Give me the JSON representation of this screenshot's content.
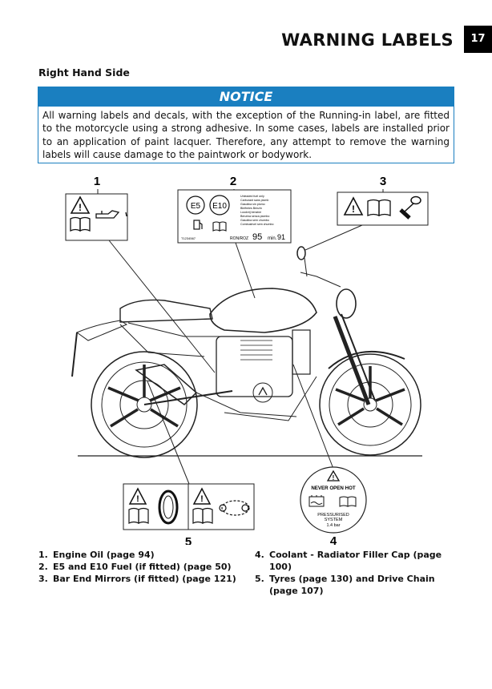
{
  "header": {
    "title": "WARNING LABELS",
    "page_number": "17"
  },
  "section": {
    "subheading": "Right Hand Side"
  },
  "notice": {
    "heading": "NOTICE",
    "body": "All warning labels and decals, with the exception of the Running-in label, are fitted to the motorcycle using a strong adhesive. In some cases, labels are installed prior to an application of paint lacquer. Therefore, any attempt to remove the warning labels will cause damage to the paintwork or bodywork."
  },
  "callouts": [
    "1",
    "2",
    "3",
    "4",
    "5"
  ],
  "fuel_label": {
    "badge_e5": "E5",
    "badge_e10": "E10",
    "fuel_lines": [
      "Unleaded fuel only",
      "Carburant sans plomb",
      "Gasolina sin plomo",
      "Bleifreies Benzin",
      "Loodvrij benzine",
      "Benzina senza piombo",
      "Gasolina sem chumbo",
      "Combustível sem chumbo"
    ],
    "ron_label": "RON/ROZ",
    "ron_value": "95",
    "min_label": "min.",
    "min_value": "91",
    "part_code": "T1234567"
  },
  "coolant_label": {
    "top_text": "NEVER OPEN HOT",
    "bottom_line1": "PRESSURISED",
    "bottom_line2": "SYSTEM",
    "bottom_line3": "1.4 bar"
  },
  "legend": {
    "left": [
      {
        "num": "1.",
        "text": "Engine Oil (page 94)"
      },
      {
        "num": "2.",
        "text": "E5 and E10 Fuel (if fitted) (page 50)"
      },
      {
        "num": "3.",
        "text": "Bar End Mirrors (if fitted) (page 121)"
      }
    ],
    "right": [
      {
        "num": "4.",
        "text": "Coolant - Radiator Filler Cap (page 100)"
      },
      {
        "num": "5.",
        "text": "Tyres (page 130) and Drive Chain (page 107)"
      }
    ]
  }
}
